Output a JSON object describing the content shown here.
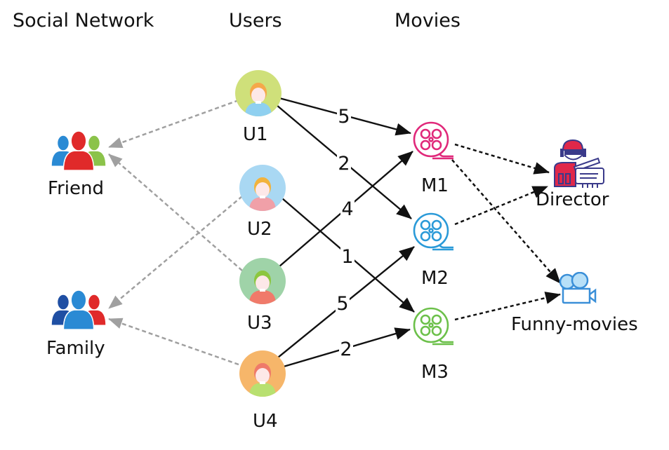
{
  "headers": {
    "social": "Social Network",
    "users": "Users",
    "movies": "Movies"
  },
  "social_groups": [
    {
      "id": "friend",
      "label": "Friend",
      "icon": "friend-group-icon",
      "colors": {
        "left": "#2a8ad4",
        "center": "#e02a2a",
        "right": "#8bc34a"
      }
    },
    {
      "id": "family",
      "label": "Family",
      "icon": "family-group-icon",
      "colors": {
        "left": "#1f4fa3",
        "center": "#2a8ad4",
        "right": "#e02a2a"
      }
    }
  ],
  "users": [
    {
      "id": "U1",
      "label": "U1",
      "bg": "#cfe07a",
      "hair": "#f5a84a",
      "shirt": "#8fd0f0"
    },
    {
      "id": "U2",
      "label": "U2",
      "bg": "#a9d8f3",
      "hair": "#f2b33d",
      "shirt": "#f0a0a8"
    },
    {
      "id": "U3",
      "label": "U3",
      "bg": "#9fd3a8",
      "hair": "#8cc63f",
      "shirt": "#f07a6a"
    },
    {
      "id": "U4",
      "label": "U4",
      "bg": "#f6b66a",
      "hair": "#ef7a6a",
      "shirt": "#b8e070"
    }
  ],
  "movies": [
    {
      "id": "M1",
      "label": "M1",
      "color": "#e0287a"
    },
    {
      "id": "M2",
      "label": "M2",
      "color": "#2a9ad8"
    },
    {
      "id": "M3",
      "label": "M3",
      "color": "#6cc04a"
    }
  ],
  "attributes": [
    {
      "id": "director",
      "label": "Director",
      "icon": "director-icon"
    },
    {
      "id": "funny",
      "label": "Funny-movies",
      "icon": "movie-camera-icon"
    }
  ],
  "social_edges": [
    {
      "from": "U1",
      "to": "friend"
    },
    {
      "from": "U3",
      "to": "friend"
    },
    {
      "from": "U2",
      "to": "family"
    },
    {
      "from": "U4",
      "to": "family"
    }
  ],
  "rating_edges": [
    {
      "from": "U1",
      "to": "M1",
      "weight": "5"
    },
    {
      "from": "U1",
      "to": "M2",
      "weight": "2"
    },
    {
      "from": "U3",
      "to": "M1",
      "weight": "4"
    },
    {
      "from": "U2",
      "to": "M3",
      "weight": "1"
    },
    {
      "from": "U4",
      "to": "M2",
      "weight": "5"
    },
    {
      "from": "U4",
      "to": "M3",
      "weight": "2"
    }
  ],
  "attribute_edges": [
    {
      "from": "M1",
      "to": "director"
    },
    {
      "from": "M2",
      "to": "director"
    },
    {
      "from": "M1",
      "to": "funny"
    },
    {
      "from": "M3",
      "to": "funny"
    }
  ],
  "colors": {
    "social_edge": "#a0a0a0",
    "rating_edge": "#111111",
    "attribute_edge": "#111111",
    "director_primary": "#e0284a",
    "director_secondary": "#3a3a8a",
    "camera": "#3a8fd8",
    "camera_fill": "#b8e0f8"
  }
}
